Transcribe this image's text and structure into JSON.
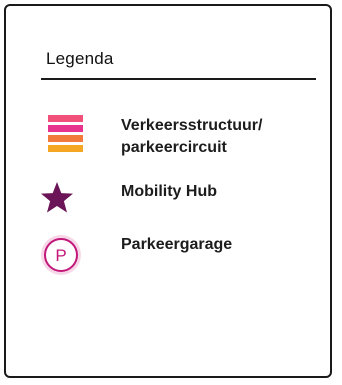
{
  "legend": {
    "title": "Legenda",
    "items": [
      {
        "label_lines": [
          "Verkeersstructuur/",
          "parkeercircuit"
        ],
        "symbol": "stripes-icon",
        "stripe_colors": [
          "#f0507a",
          "#e8338e",
          "#f27a3a",
          "#f5a623"
        ]
      },
      {
        "label": "Mobility Hub",
        "symbol": "star-icon",
        "color": "#6b1457"
      },
      {
        "label": "Parkeergarage",
        "symbol": "parking-icon",
        "glyph": "P",
        "color": "#c2187a"
      }
    ]
  }
}
